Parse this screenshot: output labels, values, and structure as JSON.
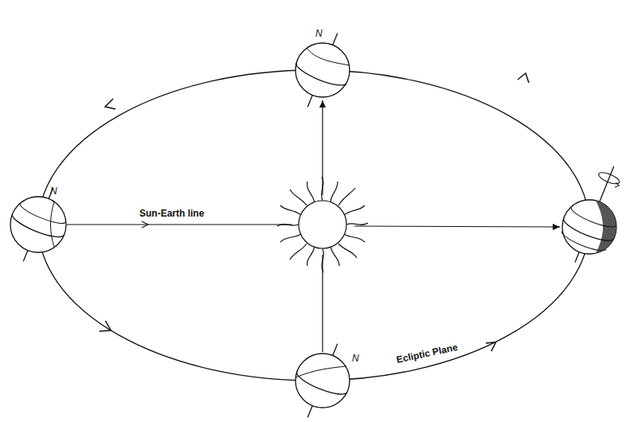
{
  "diagram": {
    "labels": [
      "N",
      "N",
      "N",
      "Sun-Earth line",
      "Ecliptic Plane"
    ]
  }
}
